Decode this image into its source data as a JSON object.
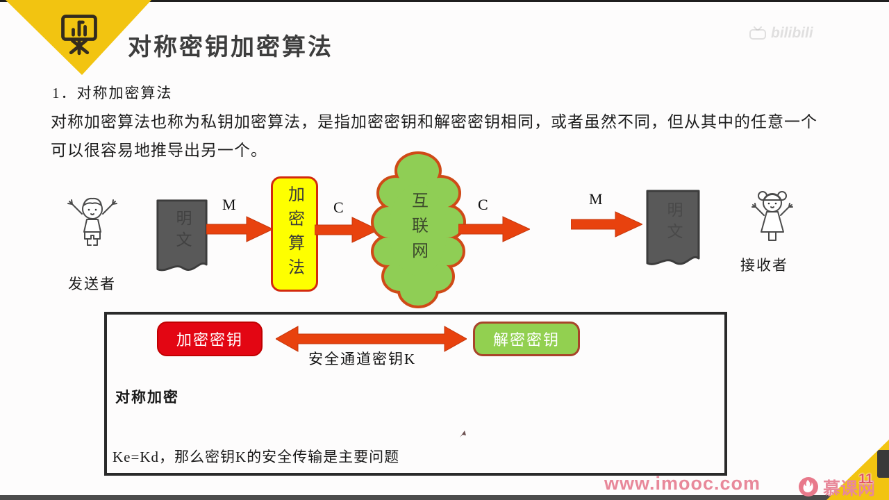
{
  "title": "对称密钥加密算法",
  "watermark": {
    "text": "bilibili"
  },
  "body": {
    "heading": "1．对称加密算法",
    "line1": "对称加密算法也称为私钥加密算法，是指加密密钥和解密密钥相同，或者虽然不同，但从其中的任意一个",
    "line2": "可以很容易地推导出另一个。"
  },
  "diagram": {
    "sender": {
      "label": "发送者"
    },
    "receiver": {
      "label": "接收者"
    },
    "doc_left": {
      "text": "明文"
    },
    "doc_right": {
      "text": "明文"
    },
    "encrypt_box": {
      "text": "加密算法"
    },
    "cloud": {
      "text": "互联网"
    },
    "labels": {
      "m_left": "M",
      "c_left": "C",
      "c_right": "C",
      "m_right": "M"
    }
  },
  "panel": {
    "encrypt_key": "加密密钥",
    "decrypt_key": "解密密钥",
    "channel": "安全通道密钥K",
    "caption": "对称加密",
    "note": "Ke=Kd，那么密钥K的安全传输是主要问题"
  },
  "footer": {
    "site": "www.imooc.com",
    "brand": "慕课网",
    "page": "11"
  },
  "colors": {
    "accent_yellow": "#f2c411",
    "box_yellow": "#feff00",
    "arrow_red": "#e8420e",
    "key_red": "#e30613",
    "key_green": "#92d050",
    "cloud_green": "#8fce55",
    "doc_gray": "#595959",
    "brand_pink": "#e8889a"
  }
}
